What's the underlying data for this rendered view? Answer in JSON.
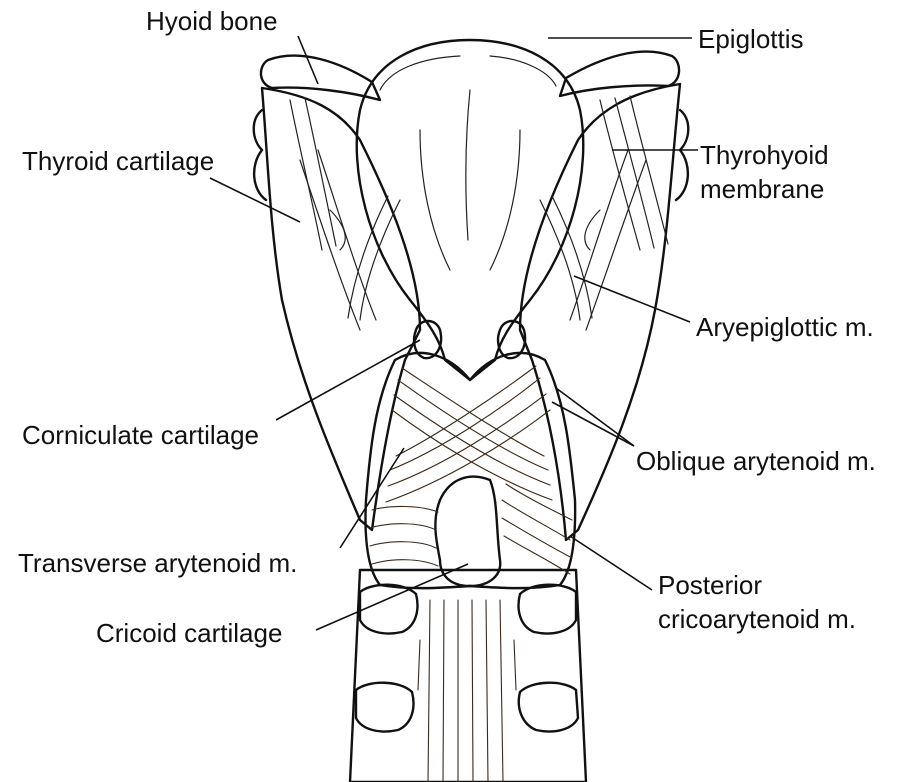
{
  "labels": {
    "hyoid_bone": "Hyoid bone",
    "epiglottis": "Epiglottis",
    "thyroid_cartilage": "Thyroid cartilage",
    "thyrohyoid_line1": "Thyrohyoid",
    "thyrohyoid_line2": "membrane",
    "aryepiglottic": "Aryepiglottic m.",
    "corniculate": "Corniculate cartilage",
    "oblique_arytenoid": "Oblique arytenoid m.",
    "transverse_arytenoid": "Transverse arytenoid m.",
    "posterior_line1": "Posterior",
    "posterior_line2": "cricoarytenoid m.",
    "cricoid": "Cricoid cartilage"
  },
  "colors": {
    "muscle": "#f2c99a",
    "cartilage": "#ffffff",
    "ink": "#111111"
  }
}
